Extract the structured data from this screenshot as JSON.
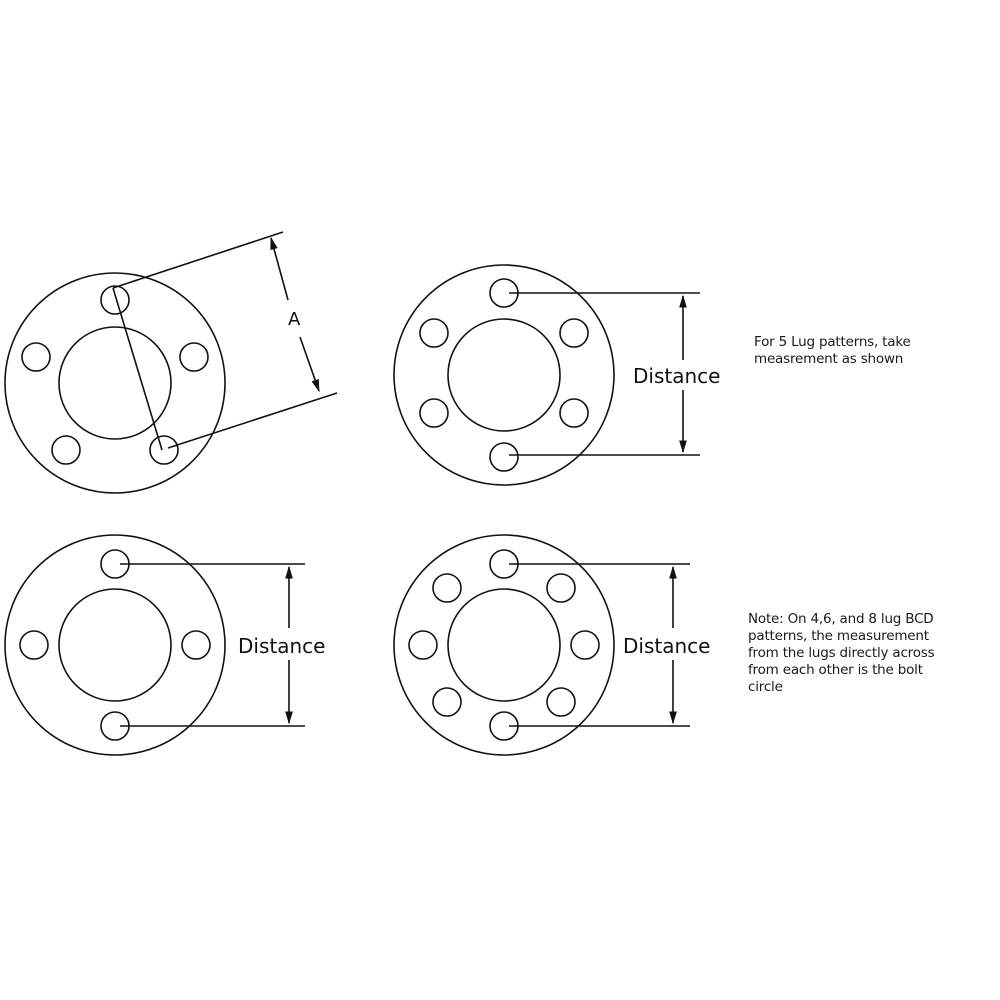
{
  "diagrams": {
    "five_lug": {
      "lug_count": 5,
      "dimension_label": "A",
      "note": [
        "For 5 Lug patterns, take",
        "measrement as shown"
      ]
    },
    "six_lug": {
      "lug_count": 6,
      "dimension_label": "Distance"
    },
    "four_lug": {
      "lug_count": 4,
      "dimension_label": "Distance"
    },
    "eight_lug": {
      "lug_count": 8,
      "dimension_label": "Distance",
      "note": [
        "Note: On 4,6, and 8 lug BCD",
        "patterns, the measurement",
        "from the lugs directly across",
        "from each other is the bolt",
        "circle"
      ]
    }
  },
  "colors": {
    "line": "#111111",
    "background": "#ffffff"
  }
}
